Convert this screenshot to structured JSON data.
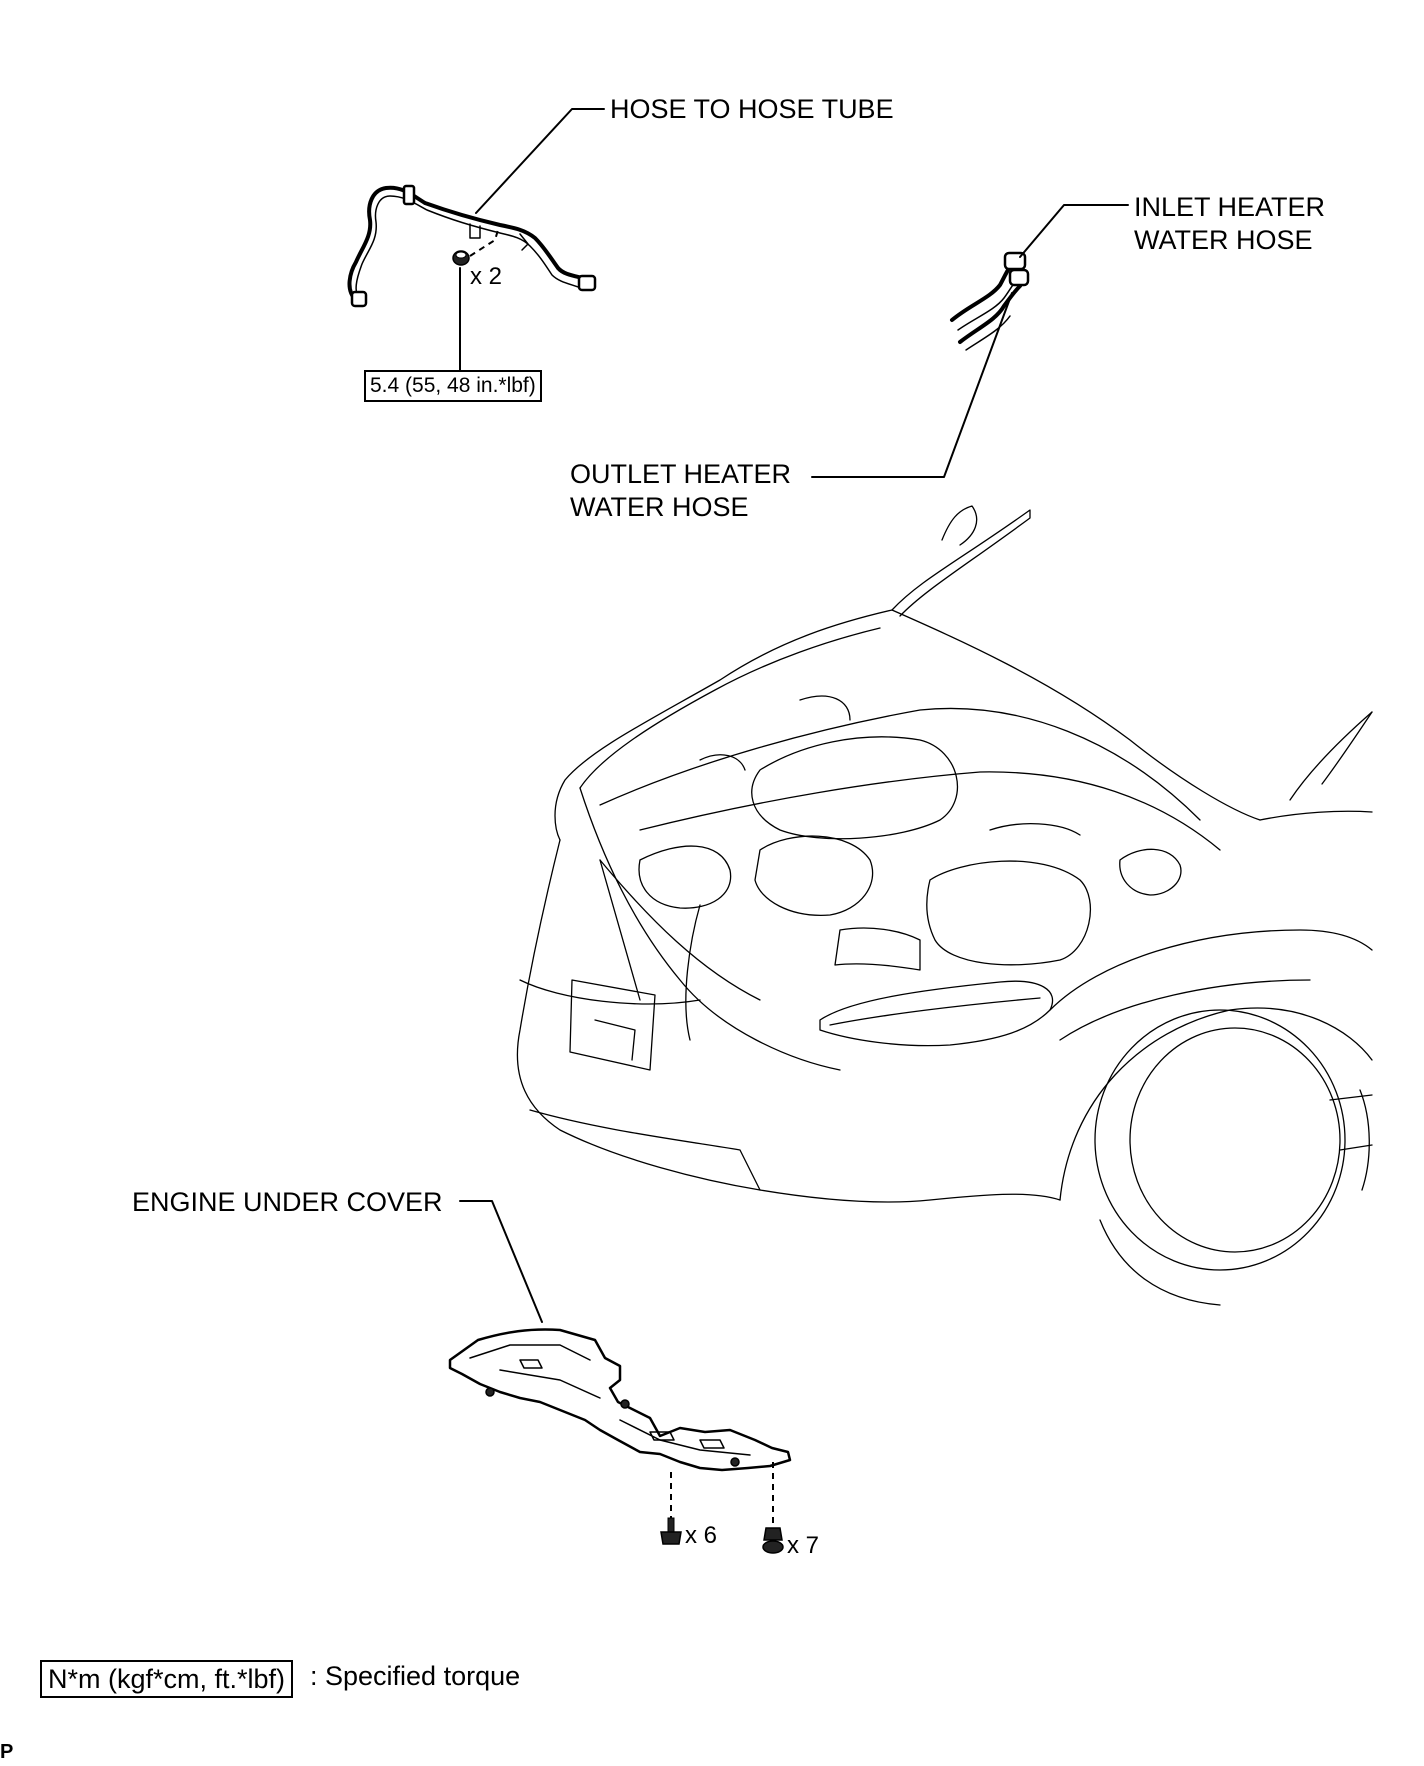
{
  "labels": {
    "hose_to_hose_tube": "HOSE TO HOSE TUBE",
    "inlet_heater_water_hose_line1": "INLET HEATER",
    "inlet_heater_water_hose_line2": "WATER HOSE",
    "outlet_heater_water_hose_line1": "OUTLET HEATER",
    "outlet_heater_water_hose_line2": "WATER HOSE",
    "engine_under_cover": "ENGINE UNDER COVER"
  },
  "quantities": {
    "nut_count": "x 2",
    "bolt_count": "x 6",
    "clip_count": "x 7"
  },
  "torque": {
    "hose_tube_nut": "5.4 (55, 48 in.*lbf)"
  },
  "legend": {
    "box_text": "N*m (kgf*cm, ft.*lbf)",
    "description": ": Specified torque"
  },
  "footer_code": "P"
}
